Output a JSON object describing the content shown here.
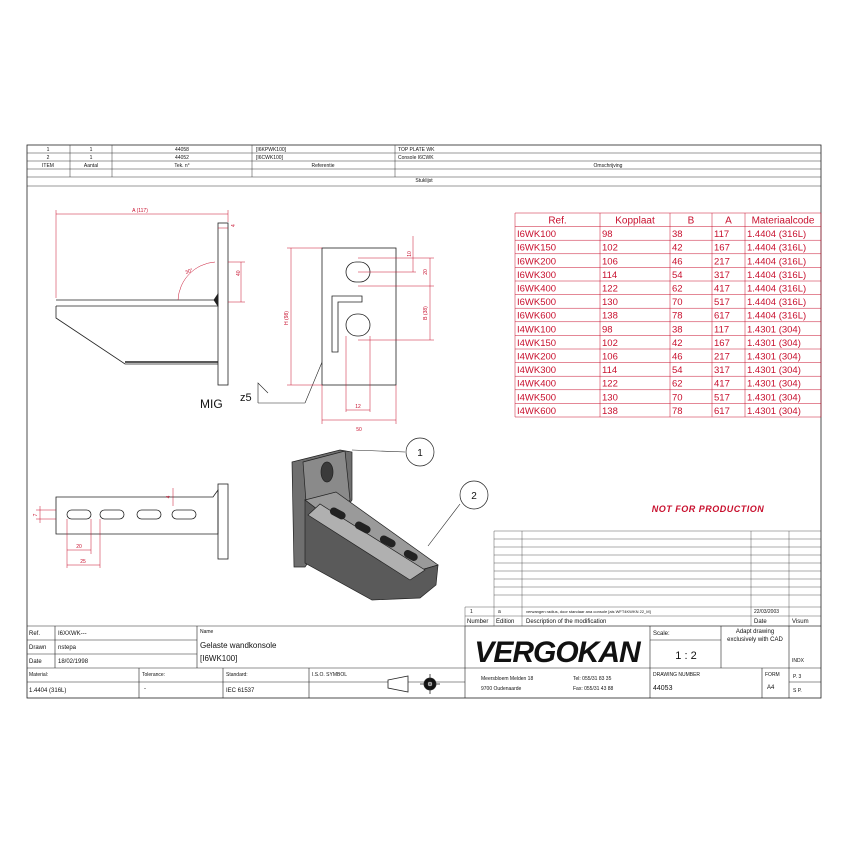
{
  "bom": {
    "rows": [
      {
        "item": "1",
        "qty": "1",
        "tek": "44058",
        "ref": "[I6KPWK100]",
        "desc": "TOP PLATE WK"
      },
      {
        "item": "2",
        "qty": "1",
        "tek": "44052",
        "ref": "[I6CWK100]",
        "desc": "Console I6CWK"
      }
    ],
    "headers": {
      "item": "ITEM",
      "qty": "Aantal",
      "tek": "Tek. n°",
      "ref": "Referentie",
      "desc": "Omschrijving"
    },
    "title": "Stuklijst"
  },
  "ref_table": {
    "headers": [
      "Ref.",
      "Kopplaat",
      "B",
      "A",
      "Materiaalcode"
    ],
    "rows": [
      [
        "I6WK100",
        "98",
        "38",
        "117",
        "1.4404 (316L)"
      ],
      [
        "I6WK150",
        "102",
        "42",
        "167",
        "1.4404 (316L)"
      ],
      [
        "I6WK200",
        "106",
        "46",
        "217",
        "1.4404 (316L)"
      ],
      [
        "I6WK300",
        "114",
        "54",
        "317",
        "1.4404 (316L)"
      ],
      [
        "I6WK400",
        "122",
        "62",
        "417",
        "1.4404 (316L)"
      ],
      [
        "I6WK500",
        "130",
        "70",
        "517",
        "1.4404 (316L)"
      ],
      [
        "I6WK600",
        "138",
        "78",
        "617",
        "1.4404 (316L)"
      ],
      [
        "I4WK100",
        "98",
        "38",
        "117",
        "1.4301 (304)"
      ],
      [
        "I4WK150",
        "102",
        "42",
        "167",
        "1.4301 (304)"
      ],
      [
        "I4WK200",
        "106",
        "46",
        "217",
        "1.4301 (304)"
      ],
      [
        "I4WK300",
        "114",
        "54",
        "317",
        "1.4301 (304)"
      ],
      [
        "I4WK400",
        "122",
        "62",
        "417",
        "1.4301 (304)"
      ],
      [
        "I4WK500",
        "130",
        "70",
        "517",
        "1.4301 (304)"
      ],
      [
        "I4WK600",
        "138",
        "78",
        "617",
        "1.4301 (304)"
      ]
    ]
  },
  "dims": {
    "a": "A (117)",
    "angle": "30°",
    "h40": "40",
    "t": "4",
    "h": "H (98)",
    "d10": "10",
    "d20": "20",
    "b": "B (38)",
    "d12": "12",
    "d50": "50",
    "s7": "7",
    "s4": "4",
    "s20": "20",
    "s25": "25"
  },
  "weld": {
    "process": "MIG",
    "size": "z5"
  },
  "balloons": [
    "1",
    "2"
  ],
  "watermark": "NOT FOR PRODUCTION",
  "revision": {
    "row": {
      "number": "1",
      "edition": "a",
      "description": "verwangen radius, door standaar ana console [als WFT4KWKN 22_M]",
      "date": "22/03/2003",
      "visum": ""
    },
    "headers": {
      "number": "Number",
      "edition": "Edition",
      "description": "Description of the modification",
      "date": "Date",
      "visum": "Visum"
    }
  },
  "title_block": {
    "ref_label": "Ref.",
    "ref_value": "I6XXWK---",
    "drawn_label": "Drawn",
    "drawn_value": "nstepa",
    "date_label": "Date",
    "date_value": "18/02/1998",
    "name_label": "Name",
    "name_line1": "Gelaste wandkonsole",
    "name_line2": "[I6WK100]",
    "material_label": "Material:",
    "material_value": "1.4404 (316L)",
    "tolerance_label": "Tolerance:",
    "tolerance_value": "-",
    "standard_label": "Standard:",
    "standard_value": "IEC 61537",
    "symbol_label": "I.S.O. SYMBOL",
    "logo": "VERGOKAN",
    "address1": "Meersbloem Melden 18",
    "address2": "9700 Oudenaarde",
    "tel": "Tel: 055/31 83 35",
    "fax": "Fax: 055/31 43 88",
    "scale_label": "Scale:",
    "scale_value": "1 : 2",
    "note": "Adapt drawing exclusively with CAD",
    "drawing_number_label": "DRAWING NUMBER",
    "drawing_number": "44053",
    "form_label": "FORM",
    "form_value": "A4",
    "index_label": "INDX",
    "page": "P. 3",
    "pages": "S P."
  }
}
